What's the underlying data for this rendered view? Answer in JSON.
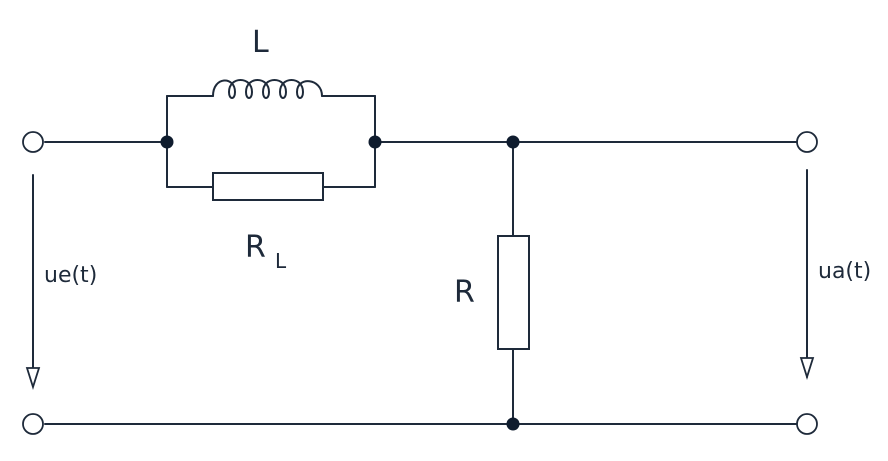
{
  "labels": {
    "inductor": "L",
    "resistor_l_main": "R",
    "resistor_l_sub": "L",
    "resistor": "R",
    "input_voltage": "ue(t)",
    "output_voltage": "ua(t)"
  },
  "colors": {
    "line": "#1e2a3a",
    "node": "#0f1c2e",
    "background": "#ffffff"
  }
}
